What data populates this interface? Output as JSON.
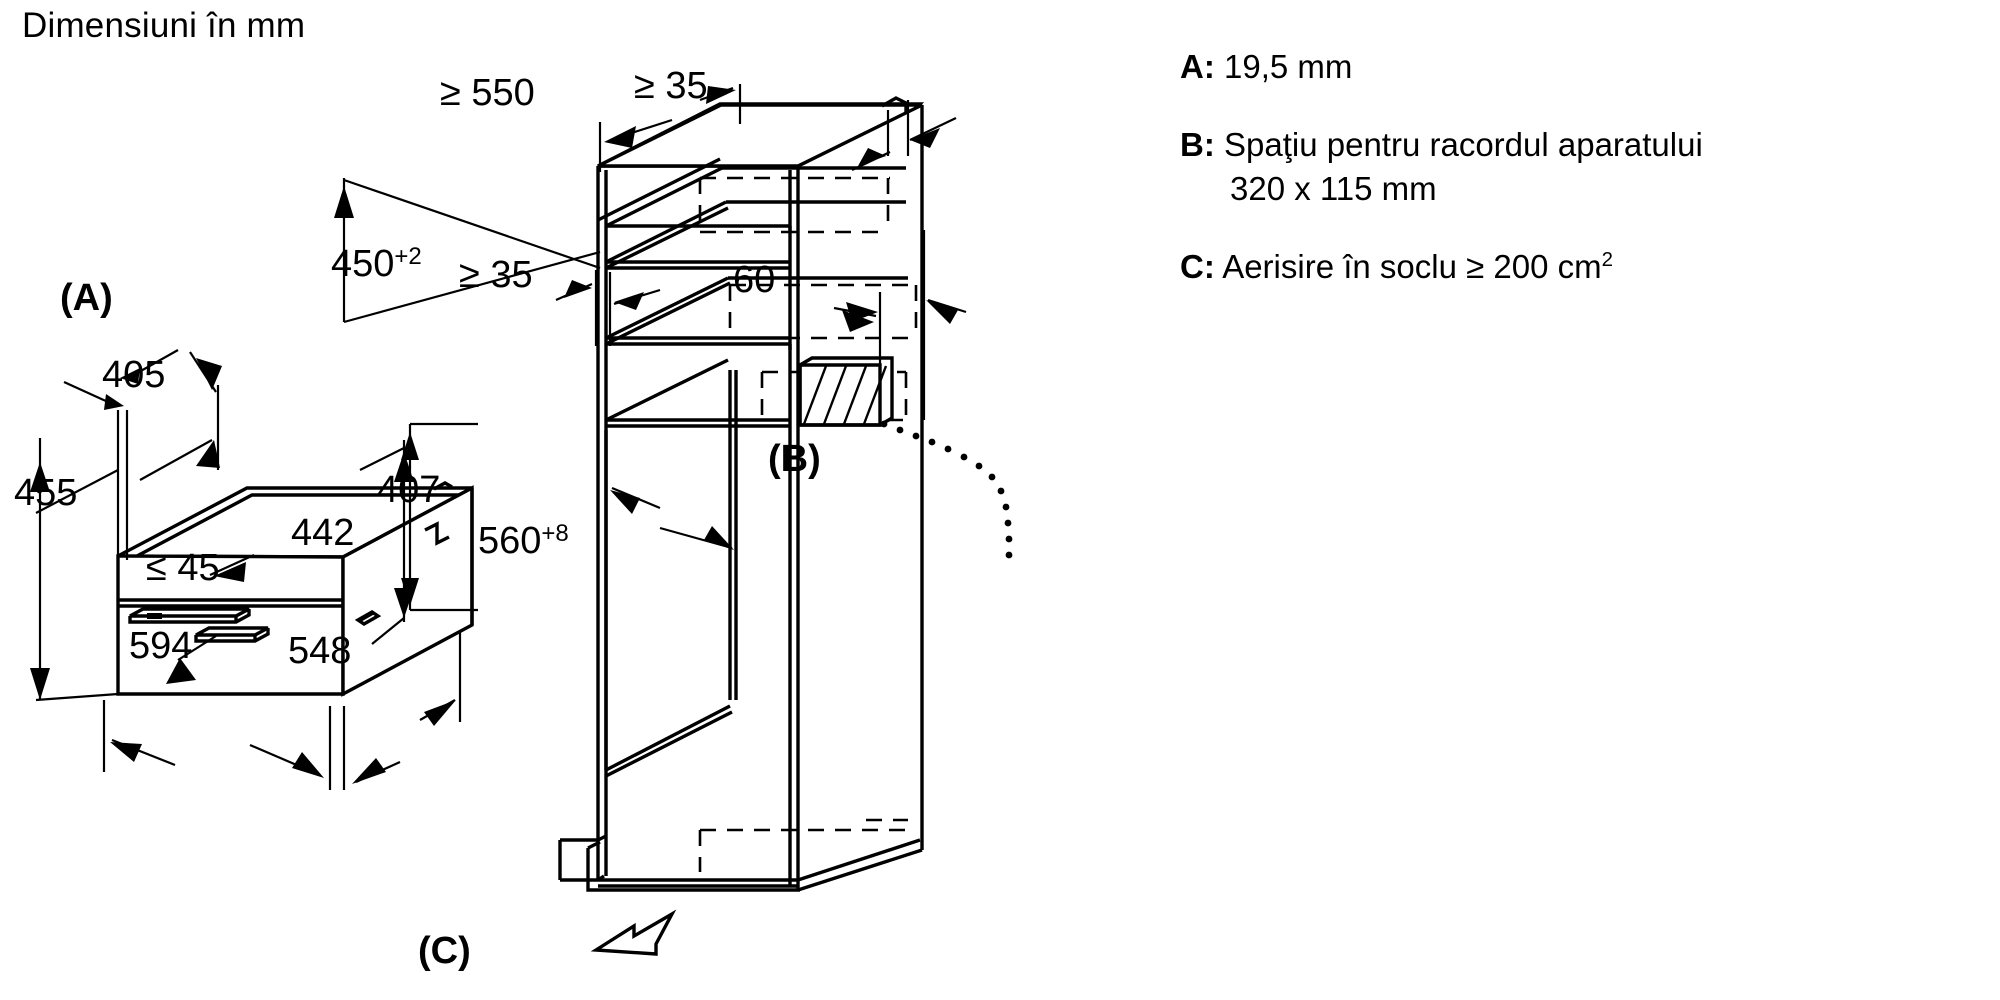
{
  "title": "Dimensiuni în mm",
  "legend": {
    "items": [
      {
        "key": "A:",
        "text": "19,5 mm",
        "sub": ""
      },
      {
        "key": "B:",
        "text": "Spaţiu pentru racordul aparatului",
        "sub": "320 x 115 mm"
      },
      {
        "key": "C:",
        "text": "Aerisire în soclu ≥ 200 cm",
        "sub": "",
        "sup": "2"
      }
    ]
  },
  "appliance": {
    "marker_a": "(A)",
    "dimensions": {
      "depth_top": "405",
      "height_front": "455",
      "height_side": "407",
      "height_body": "442",
      "width_front": "594",
      "depth_side": "548",
      "handle_gap": "≤ 45"
    }
  },
  "cabinet": {
    "marker_b": "(B)",
    "marker_c": "(C)",
    "dimensions": {
      "depth_min": "≥ 550",
      "side_gap_right": "≥ 35",
      "side_gap_mid": "≥ 35",
      "niche_height": "450",
      "niche_height_sup": "+2",
      "rear_offset": "60",
      "niche_width": "560",
      "niche_width_sup": "+8"
    }
  },
  "colors": {
    "line": "#000000",
    "background": "#ffffff"
  }
}
